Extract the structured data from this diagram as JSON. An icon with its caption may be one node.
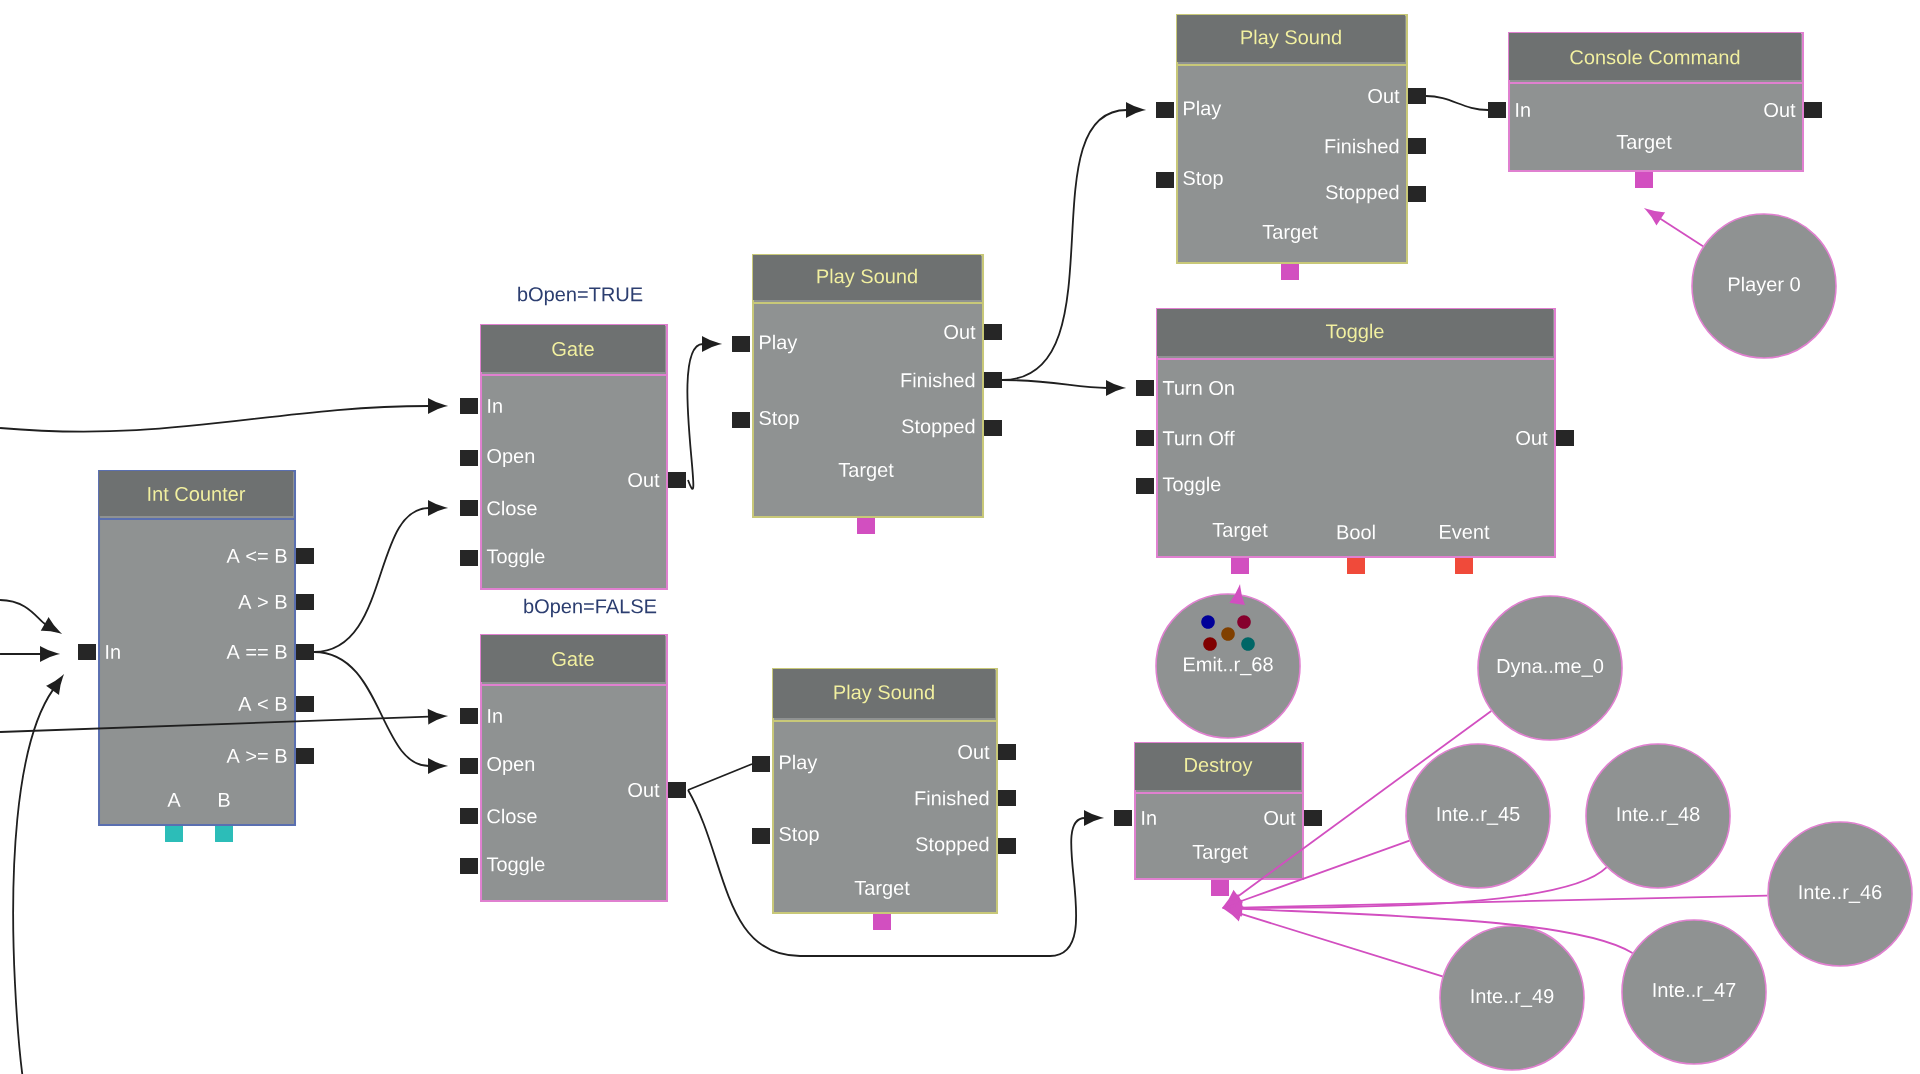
{
  "diagram": {
    "nodes": [
      {
        "text": [
          "Int Counter",
          "In",
          "A <= B",
          "A > B",
          "A == B",
          "A < B",
          "A >= B",
          "A",
          "B"
        ]
      },
      {
        "text": [
          "bOpen=TRUE",
          "Gate",
          "In",
          "Open",
          "Close",
          "Toggle",
          "Out"
        ]
      },
      {
        "text": [
          "bOpen=FALSE",
          "Gate",
          "In",
          "Open",
          "Close",
          "Toggle",
          "Out"
        ]
      },
      {
        "text": [
          "Play Sound",
          "Play",
          "Out",
          "Finished",
          "Stop",
          "Stopped",
          "Target"
        ]
      },
      {
        "text": [
          "Play Sound",
          "Play",
          "Out",
          "Finished",
          "Stop",
          "Stopped",
          "Target"
        ]
      },
      {
        "text": [
          "Console Command",
          "In",
          "Out",
          "Target"
        ]
      },
      {
        "text": [
          "Player 0"
        ]
      },
      {
        "text": [
          "Toggle",
          "Turn On",
          "Turn Off",
          "Out",
          "Toggle",
          "Target",
          "Bool",
          "Event"
        ]
      },
      {
        "text": [
          "Play Sound",
          "Play",
          "Out",
          "Finished",
          "Stop",
          "Stopped",
          "Target"
        ]
      },
      {
        "text": [
          "Emit..r_68"
        ]
      },
      {
        "text": [
          "Destroy",
          "In",
          "Out",
          "Target"
        ]
      },
      {
        "text": [
          "Dyna..me_0"
        ]
      },
      {
        "text": [
          "Inte..r_45"
        ]
      },
      {
        "text": [
          "Inte..r_48"
        ]
      },
      {
        "text": [
          "Inte..r_46"
        ]
      },
      {
        "text": [
          "Inte..r_49"
        ]
      },
      {
        "text": [
          "Inte..r_47"
        ]
      }
    ],
    "edges": [
      {
        "from": null,
        "to": 1,
        "arrow": "to"
      },
      {
        "from": null,
        "to": 0,
        "arrow": "to"
      },
      {
        "from": null,
        "to": 0,
        "arrow": "to"
      },
      {
        "from": null,
        "to": 0,
        "arrow": "to"
      },
      {
        "from": null,
        "to": 2,
        "arrow": "to"
      },
      {
        "from": 0,
        "to": 1,
        "arrow": "to"
      },
      {
        "from": 0,
        "to": 2,
        "arrow": "to"
      },
      {
        "from": 1,
        "to": 3,
        "arrow": "to"
      },
      {
        "from": 3,
        "to": 4,
        "arrow": "to"
      },
      {
        "from": 3,
        "to": 7,
        "arrow": "to"
      },
      {
        "from": 4,
        "to": 5,
        "arrow": "none"
      },
      {
        "from": 6,
        "to": 5,
        "arrow": "to",
        "color": "#d24fc0"
      },
      {
        "from": 9,
        "to": 7,
        "arrow": "to",
        "color": "#d24fc0"
      },
      {
        "from": 2,
        "to": 8,
        "arrow": "none"
      },
      {
        "from": 2,
        "to": 10,
        "arrow": "to"
      },
      {
        "from": 11,
        "to": 10,
        "arrow": "to",
        "color": "#d24fc0"
      },
      {
        "from": 12,
        "to": 10,
        "arrow": "to",
        "color": "#d24fc0"
      },
      {
        "from": 13,
        "to": 10,
        "arrow": "to",
        "color": "#d24fc0"
      },
      {
        "from": 14,
        "to": 10,
        "arrow": "to",
        "color": "#d24fc0"
      },
      {
        "from": 15,
        "to": 10,
        "arrow": "to",
        "color": "#d24fc0"
      },
      {
        "from": 16,
        "to": 10,
        "arrow": "to",
        "color": "#d24fc0"
      }
    ]
  }
}
